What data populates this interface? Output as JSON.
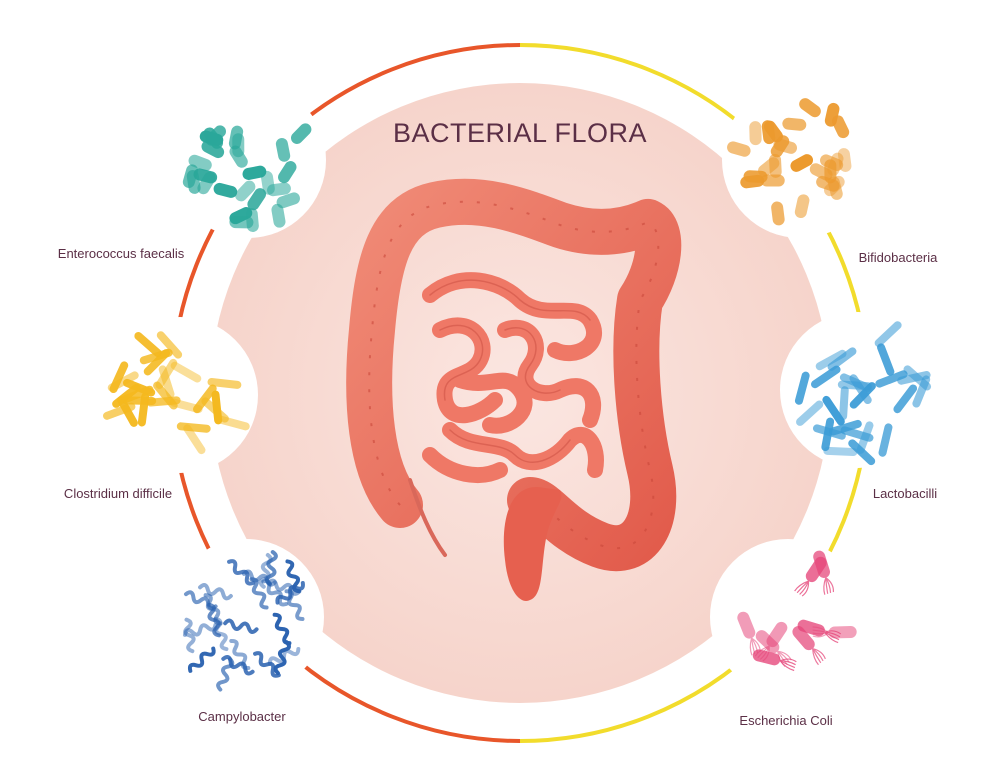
{
  "title": "BACTERIAL FLORA",
  "colors": {
    "circle_fill": "#f9ddd6",
    "ring_orange": "#e8562a",
    "ring_yellow": "#f2dc2c",
    "label_text": "#5b2f46",
    "intestine": "#ec6f5f"
  },
  "bacteria": [
    {
      "name": "Enterococcus faecalis",
      "color": "#2aa79a",
      "side": "left"
    },
    {
      "name": "Clostridium difficile",
      "color": "#f4b81e",
      "side": "left"
    },
    {
      "name": "Campylobacter",
      "color": "#2a62b0",
      "side": "left"
    },
    {
      "name": "Bifidobacteria",
      "color": "#ec9a2e",
      "side": "right"
    },
    {
      "name": "Lactobacilli",
      "color": "#3a9bd6",
      "side": "right"
    },
    {
      "name": "Escherichia Coli",
      "color": "#e6467a",
      "side": "right"
    }
  ]
}
